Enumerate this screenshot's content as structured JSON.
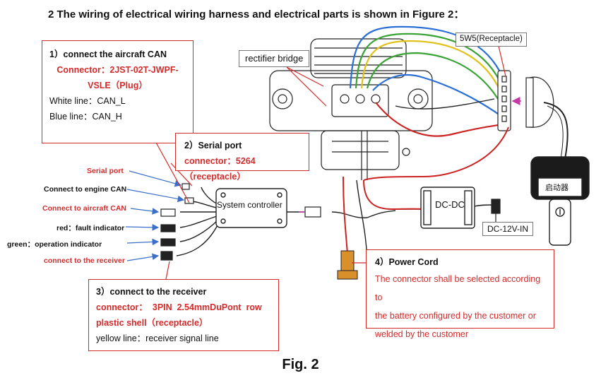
{
  "heading": "2 The wiring of electrical wiring harness and electrical parts is shown in Figure 2：",
  "figure_caption": "Fig. 2",
  "box1": {
    "title": "1）connect the aircraft CAN",
    "connector_line1": "Connector：2JST-02T-JWPF-",
    "connector_line2": "VSLE（Plug）",
    "white_line": "White line：CAN_L",
    "blue_line": "Blue line：CAN_H"
  },
  "box2": {
    "title": "2）Serial port",
    "connector": "connector：5264（receptacle）"
  },
  "box3": {
    "title": "3）connect to the receiver",
    "connector_line1": "connector：  3PIN  2.54mmDuPont  row",
    "connector_line2": "plastic shell（receptacle）",
    "signal": "yellow line：receiver signal line"
  },
  "box4": {
    "title": "4）Power Cord",
    "line1": "The connector shall be selected according to",
    "line2": "the battery configured by the customer or",
    "line3": "welded by the customer"
  },
  "callouts": {
    "rectifier": "rectifier bridge",
    "receptacle": "5W5(Receptacle)",
    "system_controller": "System controller",
    "dcdc": "DC-DC",
    "dc_in": "DC-12V-IN",
    "starter": "启动器"
  },
  "left_labels": {
    "serial_port": "Serial port",
    "engine_can": "Connect to engine CAN",
    "aircraft_can": "Connect to aircraft CAN",
    "red_fault": "red：fault indicator",
    "green_op": "green：operation indicator",
    "receiver": "connect to the receiver"
  },
  "colors": {
    "red_accent": "#d42b2b",
    "wire_blue": "#2a6fd6",
    "wire_green": "#3aa335",
    "wire_yellow": "#e0c21a",
    "wire_red": "#cc2222",
    "arrow_blue": "#3c6fc9"
  }
}
